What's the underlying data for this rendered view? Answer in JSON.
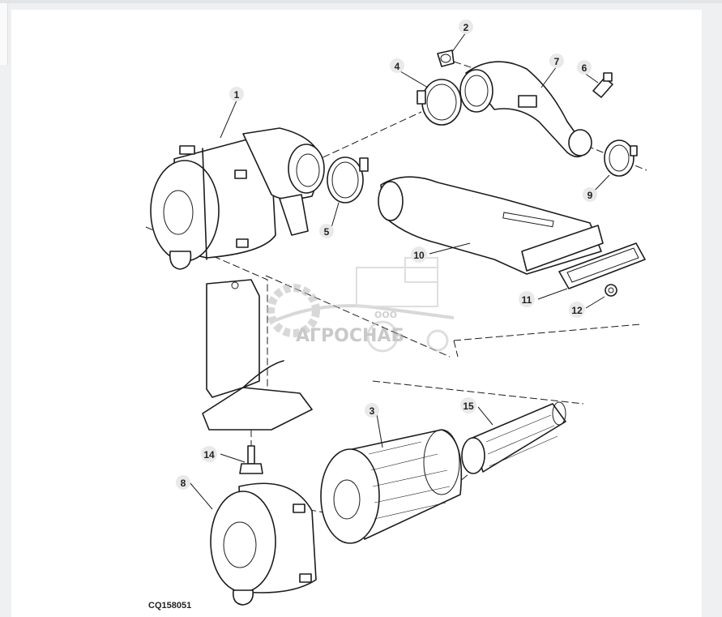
{
  "figure_id": "CQ158051",
  "callouts": [
    "1",
    "2",
    "3",
    "4",
    "5",
    "6",
    "7",
    "8",
    "9",
    "10",
    "11",
    "12",
    "14",
    "15"
  ],
  "watermark": {
    "small_text": "ООО",
    "brand_text": "АГРОСНАБ"
  },
  "colors": {
    "line": "#1c1c1c",
    "callout_bg": "#e9e9e9",
    "watermark": "#b9b9b9"
  }
}
